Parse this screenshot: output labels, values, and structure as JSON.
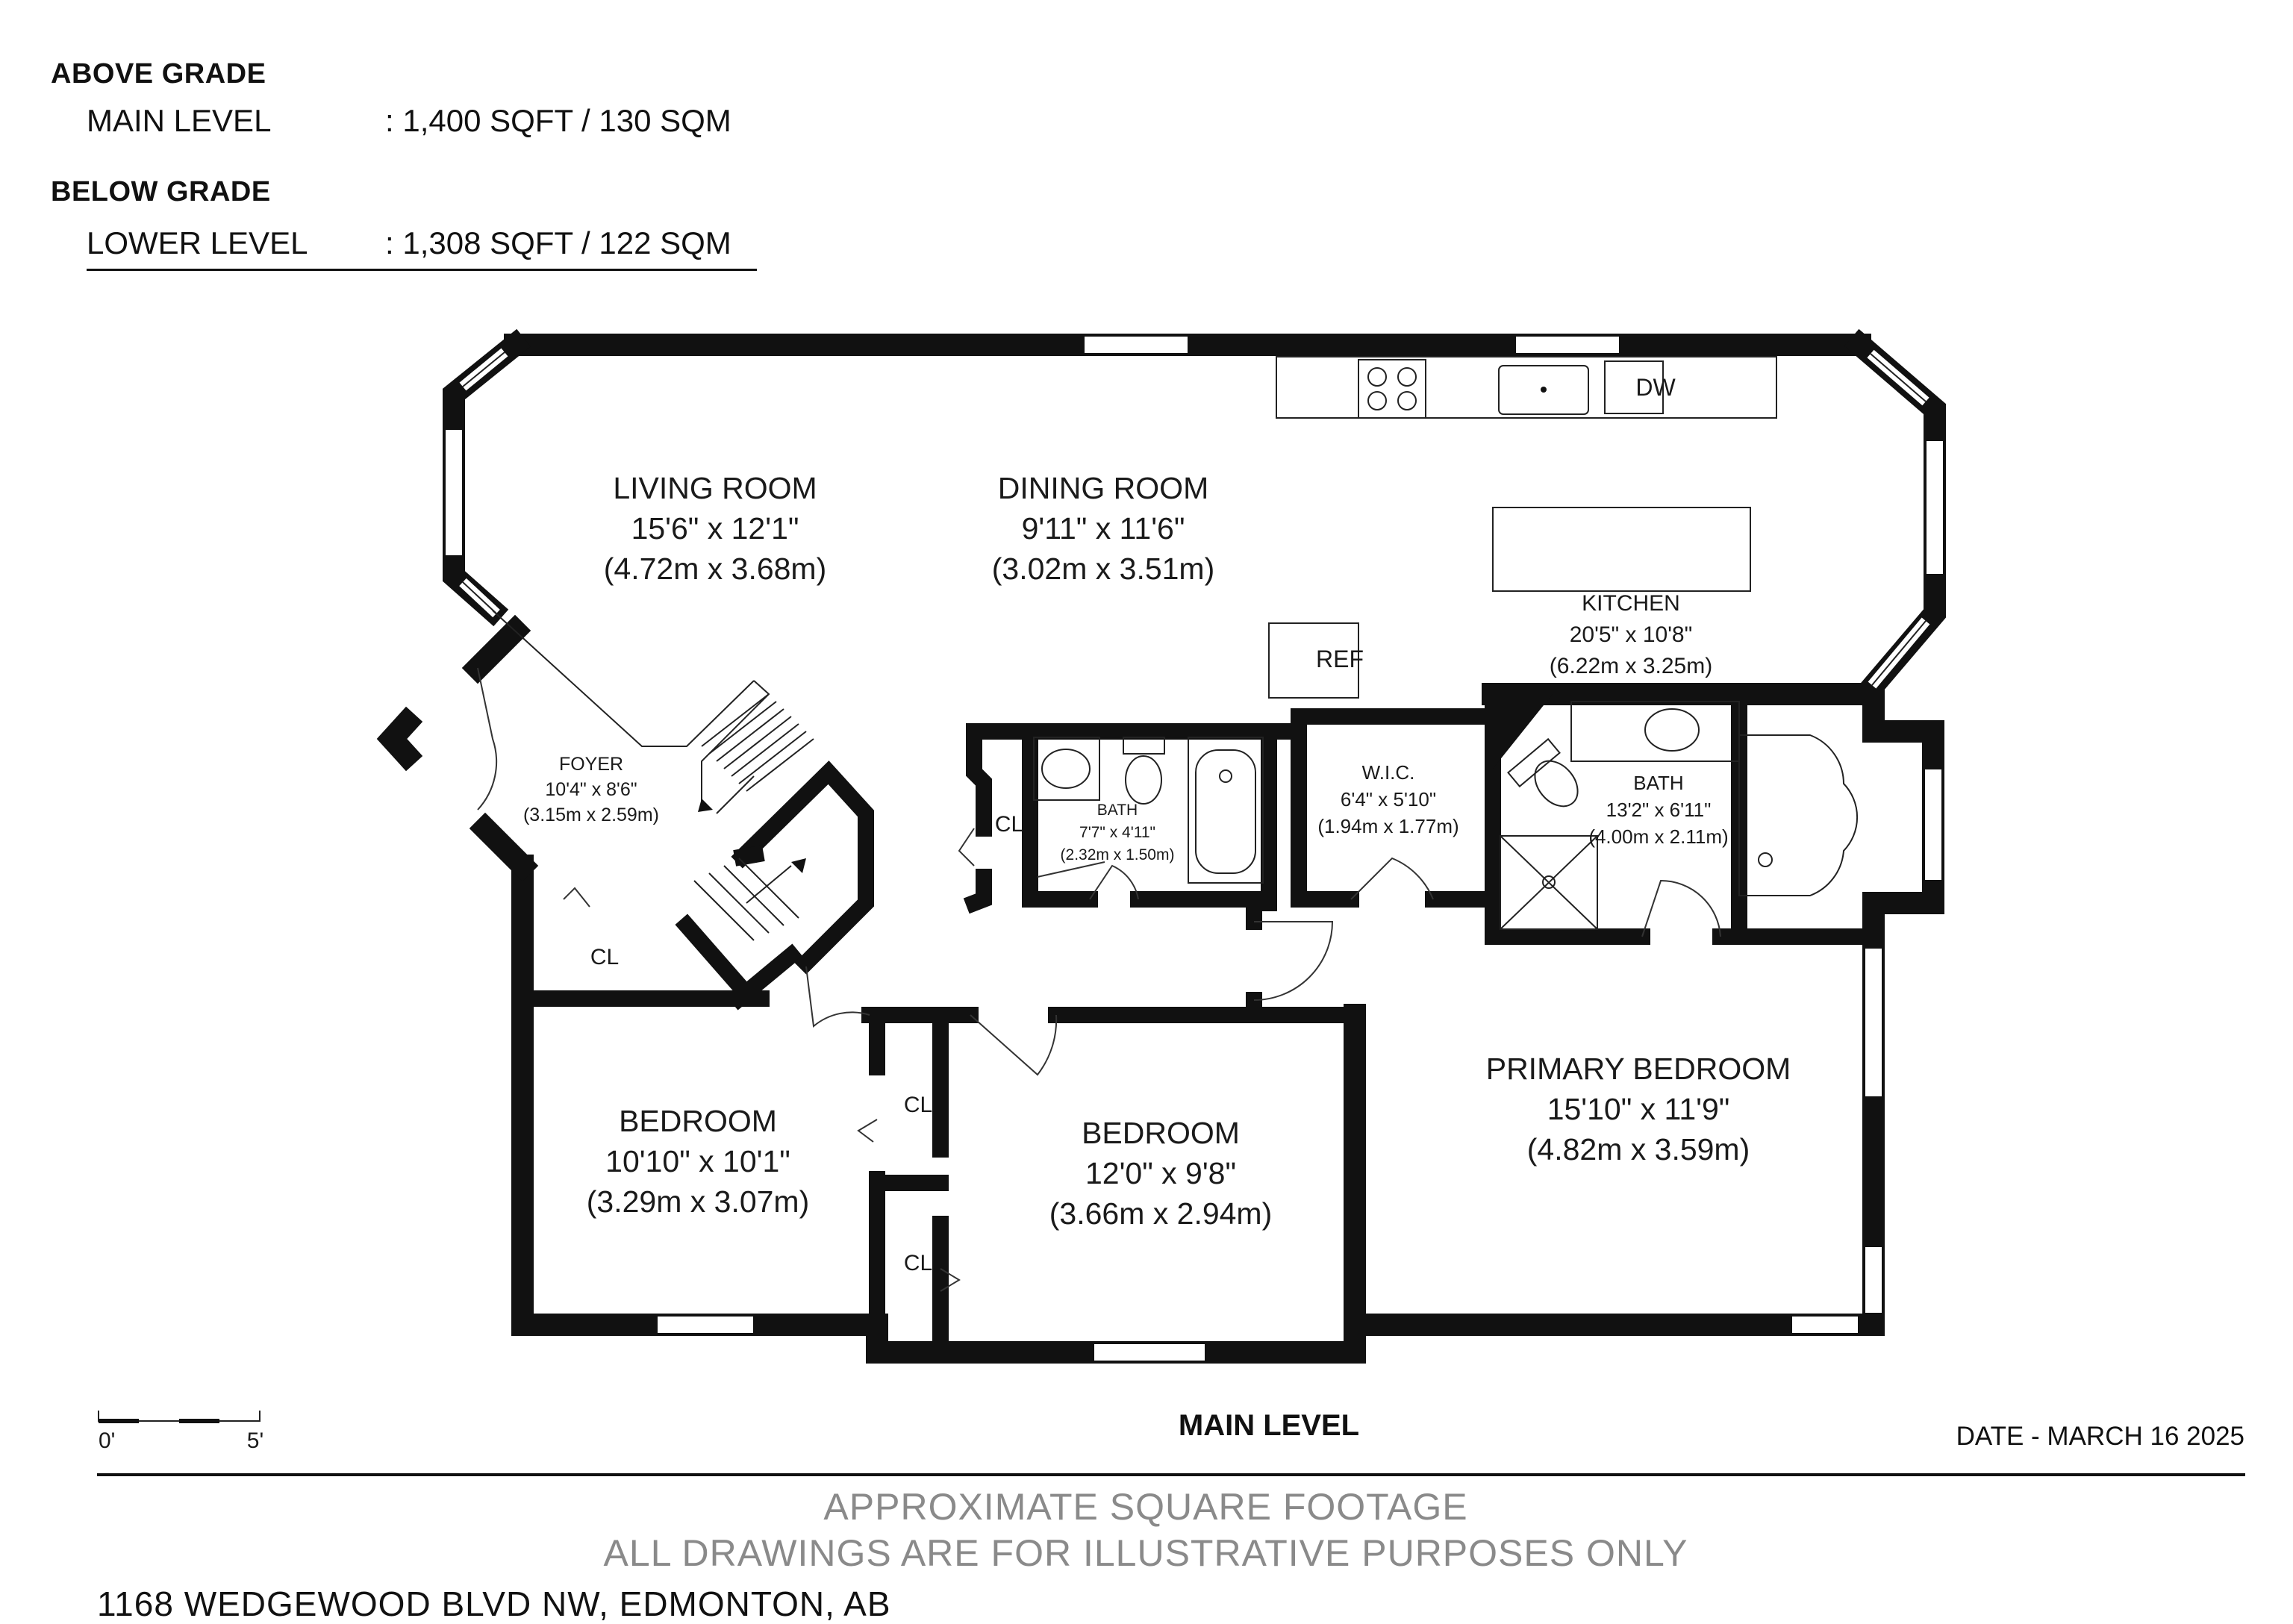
{
  "header": {
    "above_grade": {
      "title": "ABOVE GRADE",
      "rows": [
        {
          "label": "MAIN LEVEL",
          "value": ": 1,400 SQFT / 130 SQM"
        }
      ]
    },
    "below_grade": {
      "title": "BELOW GRADE",
      "rows": [
        {
          "label": "LOWER LEVEL",
          "value": ": 1,308 SQFT / 122 SQM"
        }
      ]
    }
  },
  "rooms": {
    "living": {
      "name": "LIVING ROOM",
      "imperial": "15'6\" x 12'1\"",
      "metric": "(4.72m x 3.68m)"
    },
    "dining": {
      "name": "DINING ROOM",
      "imperial": "9'11\" x 11'6\"",
      "metric": "(3.02m x 3.51m)"
    },
    "kitchen": {
      "name": "KITCHEN",
      "imperial": "20'5\" x 10'8\"",
      "metric": "(6.22m x 3.25m)"
    },
    "foyer": {
      "name": "FOYER",
      "imperial": "10'4\" x 8'6\"",
      "metric": "(3.15m x 2.59m)"
    },
    "bath_small": {
      "name": "BATH",
      "imperial": "7'7\" x 4'11\"",
      "metric": "(2.32m x 1.50m)"
    },
    "wic": {
      "name": "W.I.C.",
      "imperial": "6'4\" x 5'10\"",
      "metric": "(1.94m x 1.77m)"
    },
    "bath_ensuite": {
      "name": "BATH",
      "imperial": "13'2\" x 6'11\"",
      "metric": "(4.00m x 2.11m)"
    },
    "bedroom_left": {
      "name": "BEDROOM",
      "imperial": "10'10\" x 10'1\"",
      "metric": "(3.29m x 3.07m)"
    },
    "bedroom_mid": {
      "name": "BEDROOM",
      "imperial": "12'0\" x 9'8\"",
      "metric": "(3.66m x 2.94m)"
    },
    "primary": {
      "name": "PRIMARY BEDROOM",
      "imperial": "15'10\" x 11'9\"",
      "metric": "(4.82m x 3.59m)"
    }
  },
  "fixtures": {
    "ref": "REF",
    "dw": "DW",
    "closet": "CL"
  },
  "scale": {
    "start": "0'",
    "end": "5'"
  },
  "level_title": "MAIN LEVEL",
  "date": "DATE - MARCH 16 2025",
  "disclaimer": {
    "line1": "APPROXIMATE SQUARE FOOTAGE",
    "line2": "ALL DRAWINGS ARE FOR ILLUSTRATIVE PURPOSES ONLY"
  },
  "address": "1168 WEDGEWOOD BLVD NW, EDMONTON, AB"
}
